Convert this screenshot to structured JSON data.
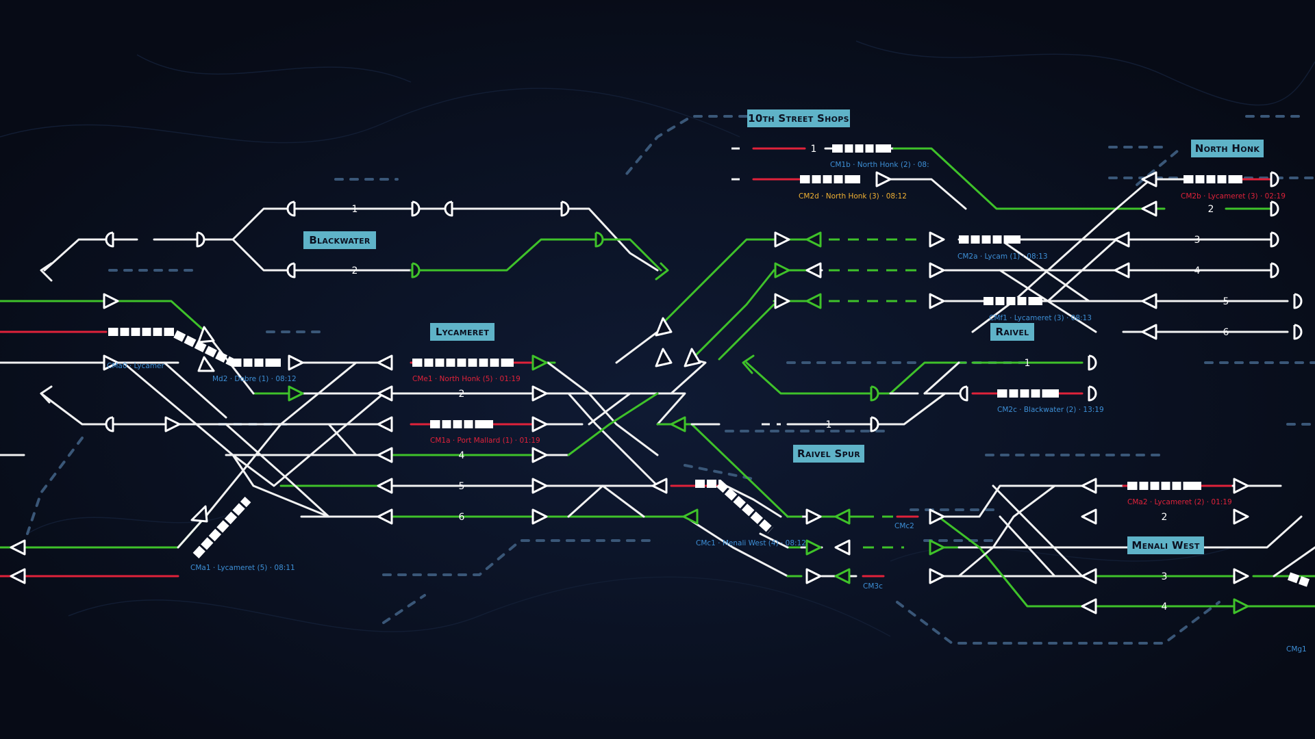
{
  "stations": [
    {
      "id": "tenth",
      "name": "10th Street Shops"
    },
    {
      "id": "northhonk",
      "name": "North Honk"
    },
    {
      "id": "blackwater",
      "name": "Blackwater"
    },
    {
      "id": "lycameret",
      "name": "Lycameret"
    },
    {
      "id": "raivel",
      "name": "Raivel"
    },
    {
      "id": "raivelspur",
      "name": "Raivel Spur"
    },
    {
      "id": "menaliwest",
      "name": "Menali West"
    }
  ],
  "platform_numbers": {
    "tenth": [
      "1"
    ],
    "northhonk": [
      "2",
      "3",
      "4",
      "5",
      "6"
    ],
    "blackwater": [
      "1",
      "2"
    ],
    "lycameret": [
      "2",
      "4",
      "5",
      "6"
    ],
    "raivel": [
      "1"
    ],
    "raivelspur": [
      "1"
    ],
    "menaliwest": [
      "2",
      "3",
      "4"
    ]
  },
  "trains": [
    {
      "id": "cm1b",
      "label": "CM1b · North Honk (2) · 08:",
      "color": "#3d8fd6"
    },
    {
      "id": "cm2d",
      "label": "CM2d · North Honk (3) · 08:12",
      "color": "#f2b233"
    },
    {
      "id": "cm2b",
      "label": "CM2b · Lycameret (3) · 02:19",
      "color": "#e0223a"
    },
    {
      "id": "cm2a",
      "label": "CM2a · Lycam   (1) · 08:13",
      "color": "#3d8fd6"
    },
    {
      "id": "cmf1",
      "label": "CMf1 · Lycameret (3) · 08:13",
      "color": "#3d8fd6"
    },
    {
      "id": "cmd2",
      "label": "Md2 · Dobre (1) · 08:12",
      "color": "#3d8fd6"
    },
    {
      "id": "cme1",
      "label": "CMe1 · North Honk (5) · 01:19",
      "color": "#e0223a"
    },
    {
      "id": "cm1a",
      "label": "CM1a · Port Mallard (1) · 01:19",
      "color": "#e0223a"
    },
    {
      "id": "cm2c",
      "label": "CM2c · Blackwater (2) · 13:19",
      "color": "#3d8fd6"
    },
    {
      "id": "cma2",
      "label": "CMa2 · Lycameret (2) · 01:19",
      "color": "#e0223a"
    },
    {
      "id": "cmc1",
      "label": "CMc1 · Menali West (4) · 08:12",
      "color": "#3d8fd6"
    },
    {
      "id": "cma1",
      "label": "CMa1 · Lycameret (5) · 08:11",
      "color": "#3d8fd6"
    },
    {
      "id": "cmc2",
      "label": "CMc2",
      "color": "#3d8fd6"
    },
    {
      "id": "cm3c",
      "label": "CM3c",
      "color": "#3d8fd6"
    },
    {
      "id": "cmg1",
      "label": "CMg1",
      "color": "#3d8fd6"
    },
    {
      "id": "cma0",
      "label": "CMa0 · Lycamer",
      "color": "#3d8fd6"
    }
  ],
  "colors": {
    "track": "#f2f2f2",
    "clear": "#3fc22a",
    "occupied": "#e0223a",
    "background": "#0b1020",
    "station": "#5fb3c8",
    "ghost": "#3a5778"
  }
}
